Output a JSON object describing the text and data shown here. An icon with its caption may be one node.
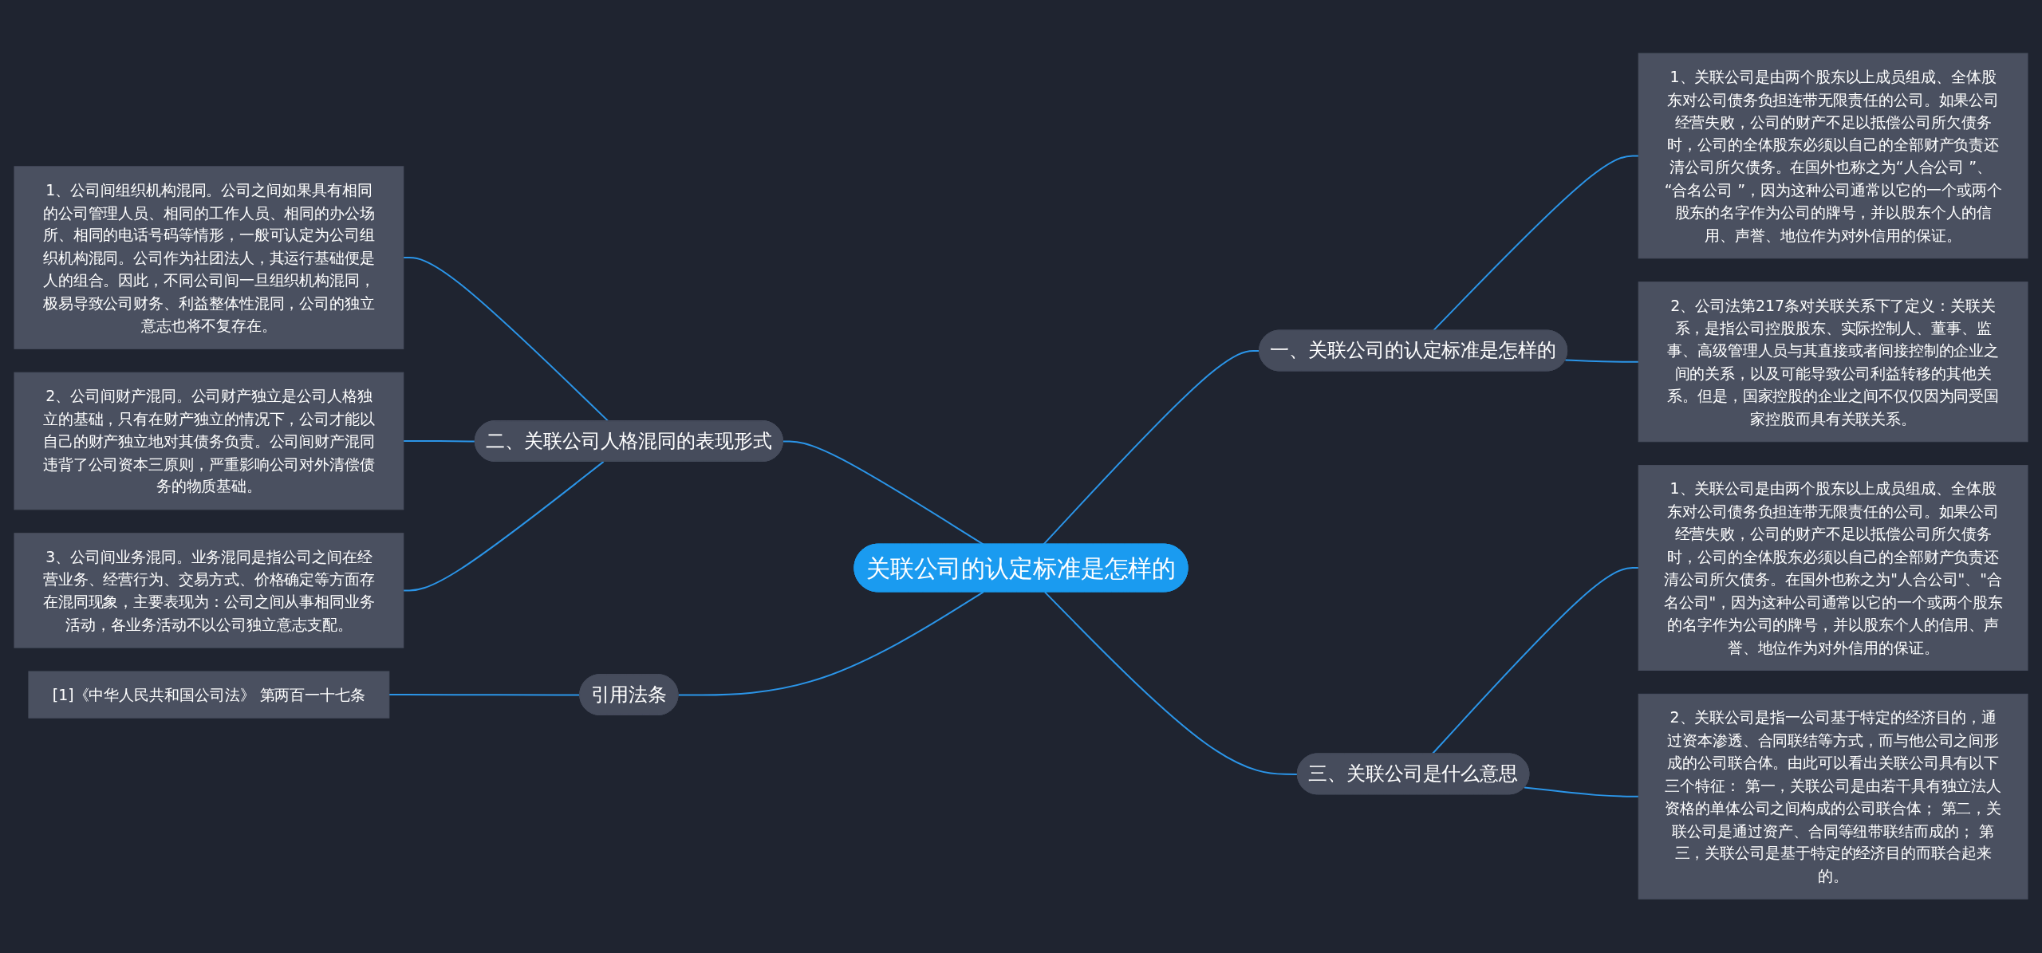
{
  "diagram": {
    "nodes": [
      {
        "text": [
          "关联公司的认定标准是怎样的"
        ]
      },
      {
        "text": [
          "一、关联公司的认定标准是怎样的"
        ]
      },
      {
        "text": [
          "1、关联公司是由两个股东以上成员组成、全体股东对公司债务负担连带无限责任的公司。如果公司经营失败，公司的财产不足以抵偿公司所欠债务时，公司的全体股东必须以自己的全部财产负责还清公司所欠债务。在国外也称之为“人合公司 ”、 “合名公司 ”，因为这种公司通常以它的一个或两个股东的名字作为公司的牌号，并以股东个人的信用、声誉、地位作为对外信用的保证。"
        ]
      },
      {
        "text": [
          "2、公司法第217条对关联关系下了定义：关联关系，是指公司控股股东、实际控制人、董事、监事、高级管理人员与其直接或者间接控制的企业之间的关系，以及可能导致公司利益转移的其他关系。但是，国家控股的企业之间不仅仅因为同受国家控股而具有关联关系。"
        ]
      },
      {
        "text": [
          "二、关联公司人格混同的表现形式"
        ]
      },
      {
        "text": [
          "1、公司间组织机构混同。公司之间如果具有相同的公司管理人员、相同的工作人员、相同的办公场所、相同的电话号码等情形，一般可认定为公司组织机构混同。公司作为社团法人，其运行基础便是人的组合。因此，不同公司间一旦组织机构混同，极易导致公司财务、利益整体性混同，公司的独立意志也将不复存在。"
        ]
      },
      {
        "text": [
          "2、公司间财产混同。公司财产独立是公司人格独立的基础，只有在财产独立的情况下，公司才能以自己的财产独立地对其债务负责。公司间财产混同违背了公司资本三原则，严重影响公司对外清偿债务的物质基础。"
        ]
      },
      {
        "text": [
          "3、公司间业务混同。业务混同是指公司之间在经营业务、经营行为、交易方式、价格确定等方面存在混同现象，主要表现为：公司之间从事相同业务活动，各业务活动不以公司独立意志支配。"
        ]
      },
      {
        "text": [
          "三、关联公司是什么意思"
        ]
      },
      {
        "text": [
          "1、关联公司是由两个股东以上成员组成、全体股东对公司债务负担连带无限责任的公司。如果公司经营失败，公司的财产不足以抵偿公司所欠债务时，公司的全体股东必须以自己的全部财产负责还清公司所欠债务。在国外也称之为\"人合公司\"、\"合名公司\"，因为这种公司通常以它的一个或两个股东的名字作为公司的牌号，并以股东个人的信用、声誉、地位作为对外信用的保证。"
        ]
      },
      {
        "text": [
          "2、关联公司是指一公司基于特定的经济目的，通过资本渗透、合同联结等方式，而与他公司之间形成的公司联合体。由此可以看出关联公司具有以下三个特征： 第一，关联公司是由若干具有独立法人资格的单体公司之间构成的公司联合体； 第二，关联公司是通过资产、合同等纽带联结而成的； 第三，关联公司是基于特定的经济目的而联合起来的。"
        ]
      },
      {
        "text": [
          "引用法条"
        ]
      },
      {
        "text": [
          "[1]《中华人民共和国公司法》 第两百一十七条"
        ]
      }
    ],
    "edges": [
      {
        "from": 0,
        "to": 1,
        "arrow": "none"
      },
      {
        "from": 1,
        "to": 2,
        "arrow": "none"
      },
      {
        "from": 1,
        "to": 3,
        "arrow": "none"
      },
      {
        "from": 0,
        "to": 4,
        "arrow": "none"
      },
      {
        "from": 4,
        "to": 5,
        "arrow": "none"
      },
      {
        "from": 4,
        "to": 6,
        "arrow": "none"
      },
      {
        "from": 4,
        "to": 7,
        "arrow": "none"
      },
      {
        "from": 0,
        "to": 8,
        "arrow": "none"
      },
      {
        "from": 8,
        "to": 9,
        "arrow": "none"
      },
      {
        "from": 8,
        "to": 10,
        "arrow": "none"
      },
      {
        "from": 0,
        "to": 11,
        "arrow": "none"
      },
      {
        "from": 11,
        "to": 12,
        "arrow": "none"
      }
    ]
  }
}
